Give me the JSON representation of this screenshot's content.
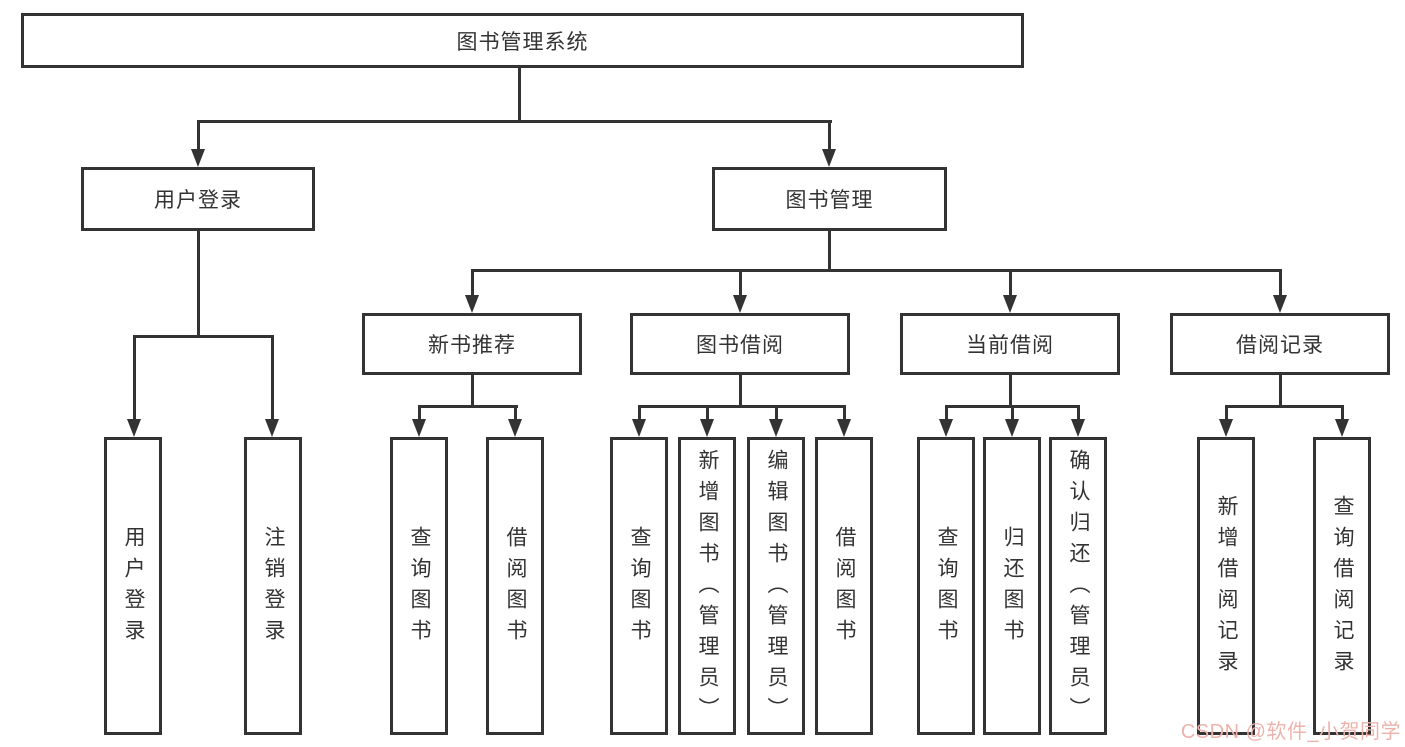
{
  "diagram": {
    "root": "图书管理系统",
    "login": {
      "label": "用户登录",
      "leaves": [
        "用户登录",
        "注销登录"
      ]
    },
    "management": {
      "label": "图书管理",
      "modules": [
        {
          "label": "新书推荐",
          "leaves": [
            "查询图书",
            "借阅图书"
          ]
        },
        {
          "label": "图书借阅",
          "leaves": [
            "查询图书",
            "新增图书（管理员）",
            "编辑图书（管理员）",
            "借阅图书"
          ]
        },
        {
          "label": "当前借阅",
          "leaves": [
            "查询图书",
            "归还图书",
            "确认归还（管理员）"
          ]
        },
        {
          "label": "借阅记录",
          "leaves": [
            "新增借阅记录",
            "查询借阅记录"
          ]
        }
      ]
    }
  },
  "watermark": "CSDN @软件_小贺同学",
  "colors": {
    "line": "#333333",
    "background": "#ffffff",
    "watermark_text": "#edb3ac"
  }
}
